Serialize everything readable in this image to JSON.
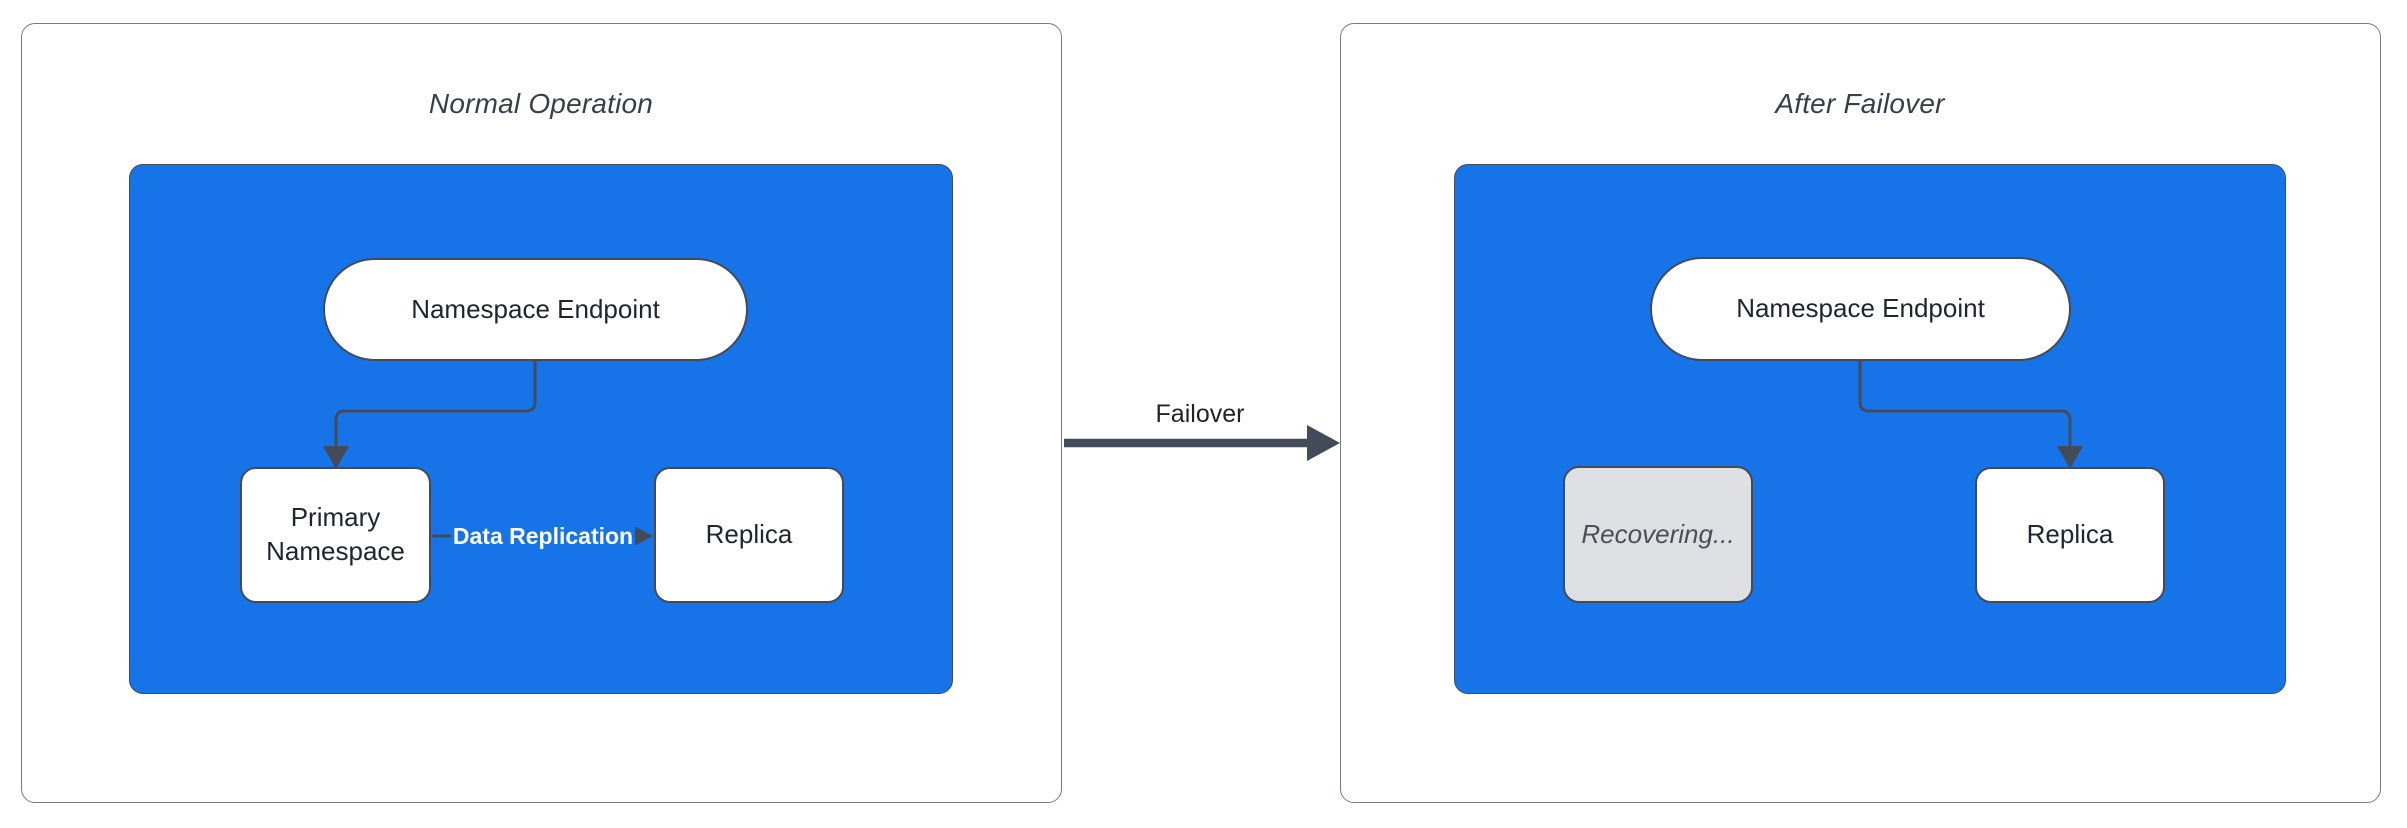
{
  "left_panel": {
    "title": "Normal Operation",
    "endpoint_label": "Namespace Endpoint",
    "primary_label": "Primary Namespace",
    "replica_label": "Replica",
    "edge_label": "Data Replication"
  },
  "transition": {
    "label": "Failover"
  },
  "right_panel": {
    "title": "After Failover",
    "endpoint_label": "Namespace Endpoint",
    "recovering_label": "Recovering...",
    "replica_label": "Replica"
  },
  "colors": {
    "group_fill": "#1774E8",
    "line_dark": "#434B59",
    "node_border": "#434B59",
    "node_fill": "#FFFFFF",
    "node_text": "#21262E",
    "title_text": "#3A3F46",
    "recovering_fill": "#DFE0E3",
    "recovering_text": "#49505A",
    "panel_border": "#767B83",
    "edge_label_text": "#FFFFFF",
    "page_bg": "#FFFFFF"
  }
}
